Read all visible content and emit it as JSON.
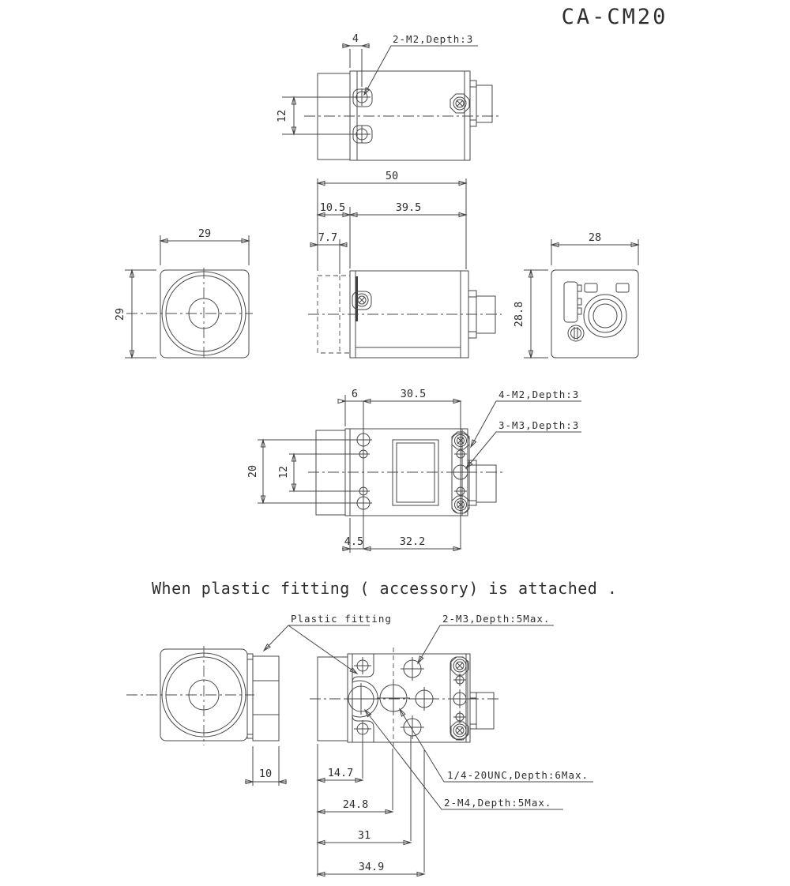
{
  "title": "CA-CM20",
  "note": "When plastic fitting ( accessory) is attached .",
  "top_view": {
    "hole_offset": "4",
    "hole_pitch": "12",
    "holes_label": "2-M2,Depth:3"
  },
  "side_dims": {
    "overall_length": "50",
    "front_section": "10.5",
    "body_length": "39.5",
    "barrel_depth": "7.7"
  },
  "front_view": {
    "width": "29",
    "height": "29"
  },
  "rear_view": {
    "width": "28",
    "height": "28.8"
  },
  "bottom_view": {
    "front_to_holes": "6",
    "hole_span": "30.5",
    "outer_pitch": "20",
    "inner_pitch": "12",
    "plate_offset": "4.5",
    "mount_span": "32.2",
    "m2_label": "4-M2,Depth:3",
    "m3_label": "3-M3,Depth:3"
  },
  "fitting": {
    "label": "Plastic fitting",
    "m3_label": "2-M3,Depth:5Max.",
    "unc_label": "1/4-20UNC,Depth:6Max.",
    "m4_label": "2-M4,Depth:5Max.",
    "thickness": "10",
    "d14_7": "14.7",
    "d24_8": "24.8",
    "d31": "31",
    "d34_9": "34.9"
  }
}
